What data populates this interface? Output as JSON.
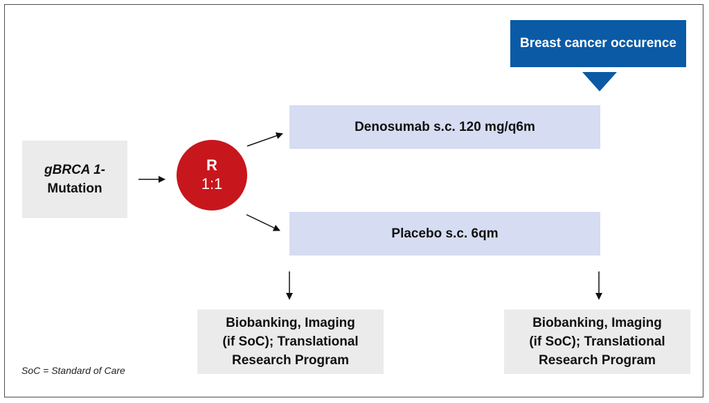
{
  "banner": {
    "label": "Breast cancer occurence",
    "color": "#0a5aa6"
  },
  "population": {
    "line1": "gBRCA 1-",
    "line2": "Mutation"
  },
  "randomization": {
    "letter": "R",
    "ratio": "1:1",
    "color": "#c8161d"
  },
  "arms": [
    {
      "label": "Denosumab s.c. 120 mg/q6m"
    },
    {
      "label": "Placebo s.c. 6qm"
    }
  ],
  "outcomes": [
    {
      "line1": "Biobanking, Imaging",
      "line2": "(if SoC); Translational",
      "line3": "Research Program"
    },
    {
      "line1": "Biobanking, Imaging",
      "line2": "(if SoC); Translational",
      "line3": "Research Program"
    }
  ],
  "footnote": "SoC = Standard of Care"
}
